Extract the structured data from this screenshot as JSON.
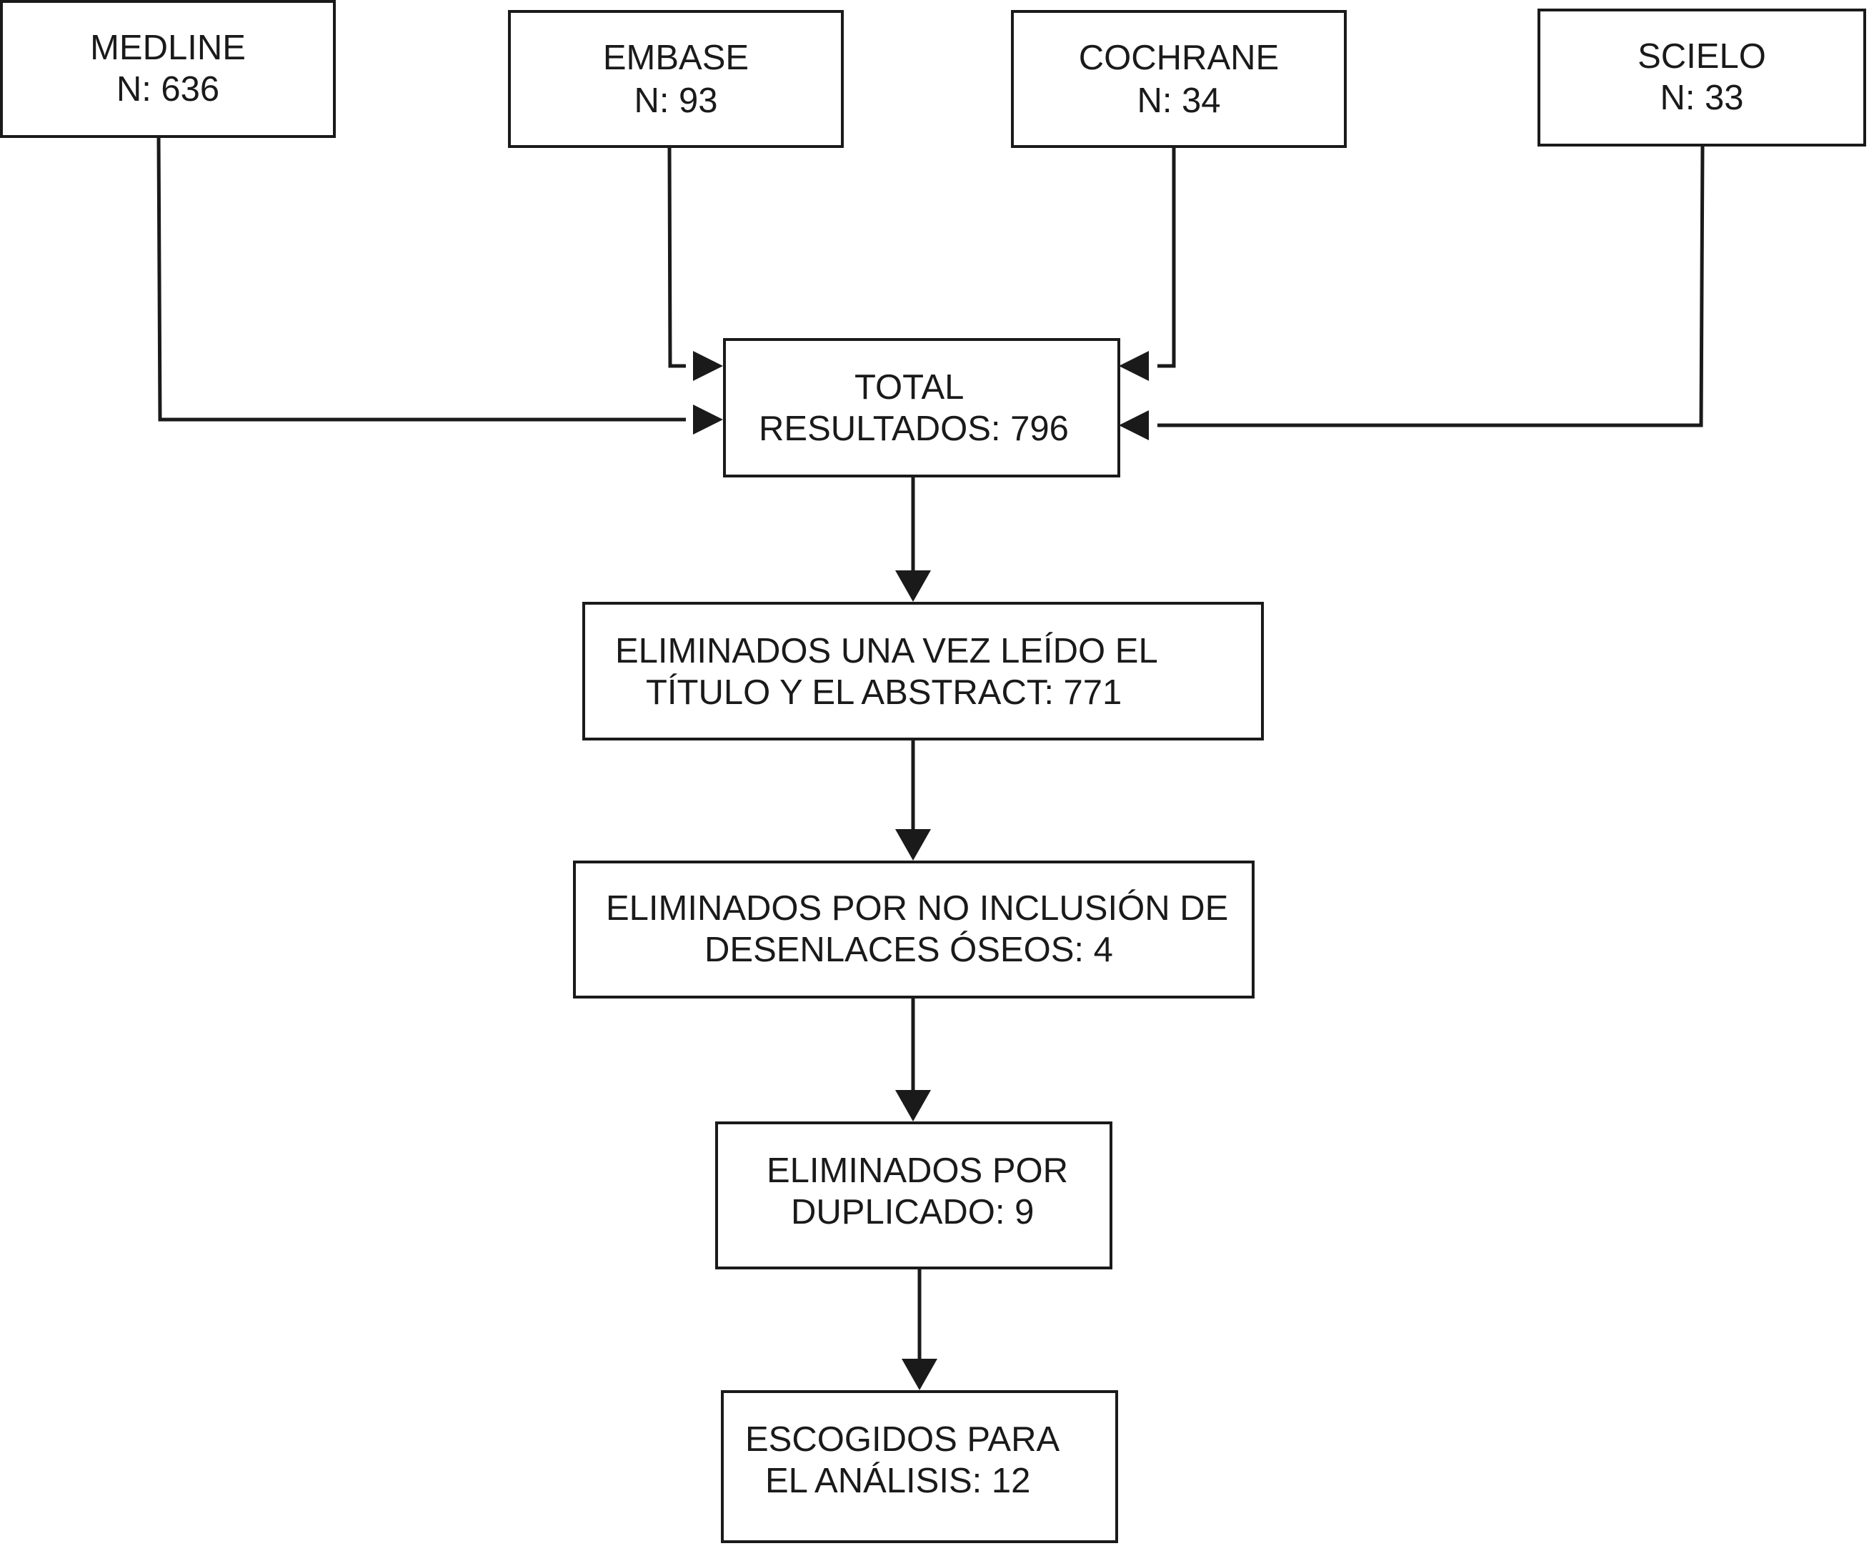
{
  "sources": [
    {
      "name": "MEDLINE",
      "count": "N: 636"
    },
    {
      "name": "EMBASE",
      "count": "N: 93"
    },
    {
      "name": "COCHRANE",
      "count": "N: 34"
    },
    {
      "name": "SCIELO",
      "count": "N: 33"
    }
  ],
  "total": {
    "line1": "TOTAL",
    "line2": "RESULTADOS: 796"
  },
  "step1": {
    "line1": "ELIMINADOS UNA VEZ LEÍDO EL",
    "line2": "TÍTULO Y EL ABSTRACT: 771"
  },
  "step2": {
    "line1": "ELIMINADOS POR NO INCLUSIÓN DE",
    "line2": "DESENLACES ÓSEOS: 4"
  },
  "step3": {
    "line1": "ELIMINADOS POR",
    "line2": "DUPLICADO: 9"
  },
  "final": {
    "line1": "ESCOGIDOS PARA",
    "line2": "EL ANÁLISIS: 12"
  }
}
